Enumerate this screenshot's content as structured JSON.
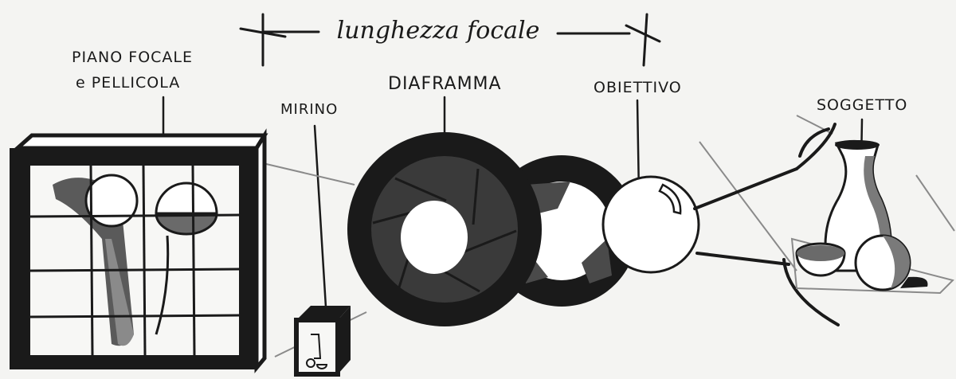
{
  "labels": {
    "focal_length": "lunghezza focale",
    "focal_plane_line1": "PIANO FOCALE",
    "focal_plane_line2": "e PELLICOLA",
    "viewfinder": "MIRINO",
    "diaphragm": "DIAFRAMMA",
    "lens": "OBIETTIVO",
    "subject": "SOGGETTO"
  },
  "colors": {
    "ink": "#1a1a1a",
    "paper": "#f4f4f2",
    "grey": "#8a8a8a",
    "dark_grey": "#4a4a4a"
  }
}
